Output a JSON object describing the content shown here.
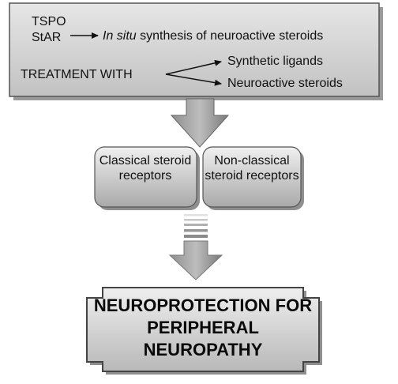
{
  "top_box": {
    "tspo": "TSPO",
    "star": "StAR",
    "in_situ": "In situ",
    "synthesis": "synthesis of neuroactive steroids",
    "treatment": "TREATMENT WITH",
    "synthetic_ligands": "Synthetic ligands",
    "neuroactive_steroids": "Neuroactive steroids"
  },
  "receptors": {
    "classical": "Classical steroid receptors",
    "non_classical": "Non-classical steroid receptors"
  },
  "outcome": {
    "text": "NEUROPROTECTION FOR PERIPHERAL NEUROPATHY"
  },
  "colors": {
    "box_fill": "#d4d4d4",
    "box_shade": "#a8a8a8",
    "border": "#444444"
  }
}
